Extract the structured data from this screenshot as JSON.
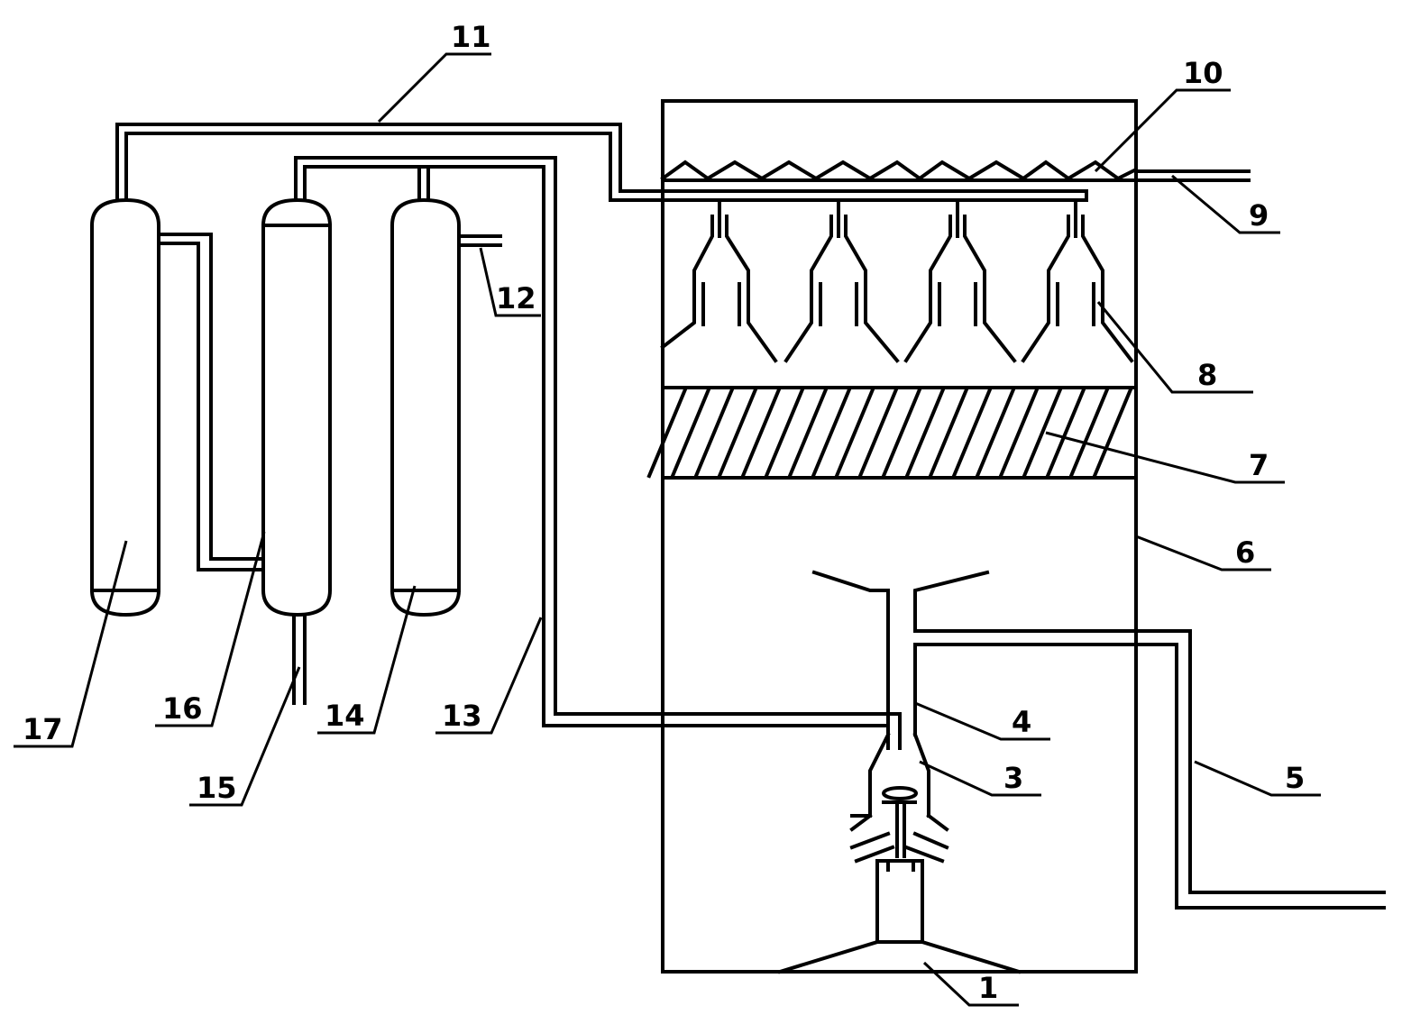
{
  "diagram": {
    "labels": {
      "l1": "1",
      "l3": "3",
      "l4": "4",
      "l5": "5",
      "l6": "6",
      "l7": "7",
      "l8": "8",
      "l9": "9",
      "l10": "10",
      "l11": "11",
      "l12": "12",
      "l13": "13",
      "l14": "14",
      "l15": "15",
      "l16": "16",
      "l17": "17"
    }
  }
}
